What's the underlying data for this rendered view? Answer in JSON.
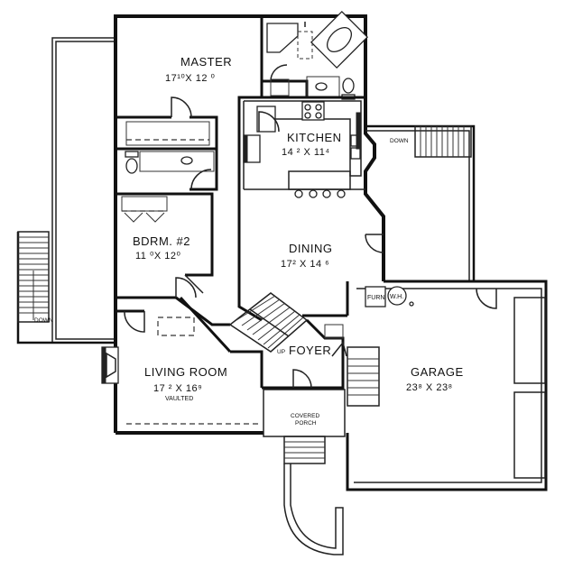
{
  "rooms": {
    "master": {
      "name": "MASTER",
      "dims": "17¹⁰X  12 ⁰"
    },
    "kitchen": {
      "name": "KITCHEN",
      "dims": "14 ²  X  11⁴"
    },
    "bdrm2": {
      "name": "BDRM. #2",
      "dims": "11 ⁰X  12⁰"
    },
    "dining": {
      "name": "DINING",
      "dims": "17²  X 14 ⁶"
    },
    "living": {
      "name": "LIVING ROOM",
      "dims": "17 ²  X   16⁹",
      "note": "VAULTED"
    },
    "foyer": {
      "name": "FOYER"
    },
    "garage": {
      "name": "GARAGE",
      "dims": "23⁸  X  23⁸"
    },
    "porch": {
      "name_line1": "COVERED",
      "name_line2": "PORCH"
    }
  },
  "annotations": {
    "down_left": "DOWN",
    "down_right": "DOWN",
    "up": "UP",
    "furn": "FURN",
    "wh": "W.H."
  }
}
